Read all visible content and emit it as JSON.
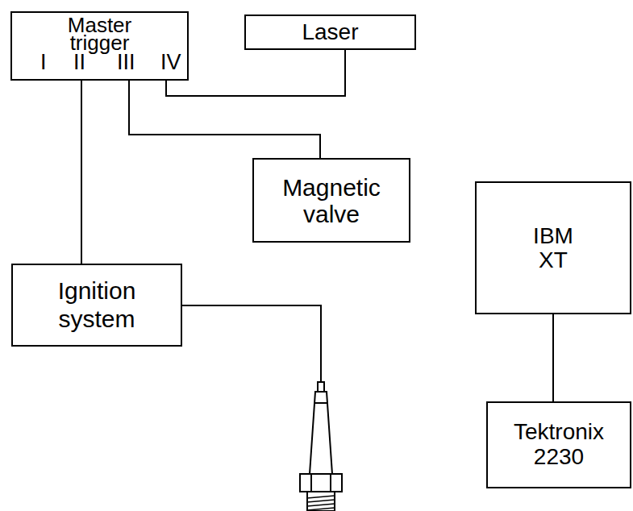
{
  "diagram": {
    "nodes": [
      {
        "text": [
          "Master trigger"
        ]
      },
      {
        "text": [
          "Laser"
        ]
      },
      {
        "text": [
          "Magnetic valve"
        ]
      },
      {
        "text": [
          "IBM XT"
        ]
      },
      {
        "text": [
          "Ignition system"
        ]
      },
      {
        "text": [
          "Tektronix 2230"
        ]
      }
    ],
    "edges": [
      {
        "from": 0,
        "to": 1,
        "arrow": "none"
      },
      {
        "from": 0,
        "to": 2,
        "arrow": "none"
      },
      {
        "from": 0,
        "to": 4,
        "arrow": "none"
      },
      {
        "from": 3,
        "to": 5,
        "arrow": "none"
      }
    ],
    "labels": [
      "I",
      "II",
      "III",
      "IV"
    ]
  }
}
